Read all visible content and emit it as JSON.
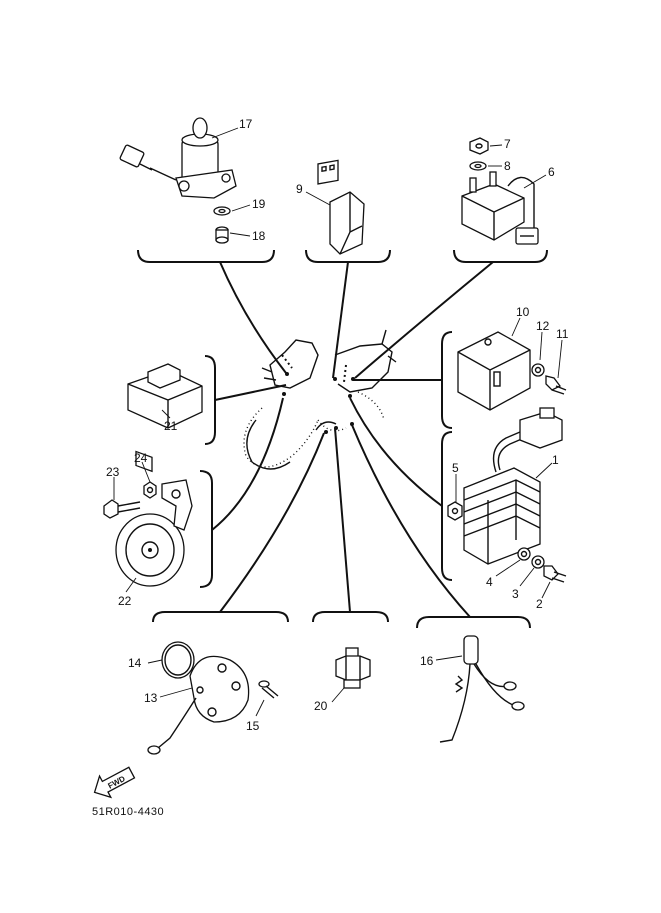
{
  "diagram": {
    "callouts": [
      "1",
      "2",
      "3",
      "4",
      "5",
      "6",
      "7",
      "8",
      "9",
      "10",
      "11",
      "12",
      "13",
      "14",
      "15",
      "16",
      "17",
      "18",
      "19",
      "20",
      "21",
      "22",
      "23",
      "24"
    ],
    "fwd_label": "FWD",
    "drawing_code": "51R010-4430",
    "line_color": "#111111"
  }
}
